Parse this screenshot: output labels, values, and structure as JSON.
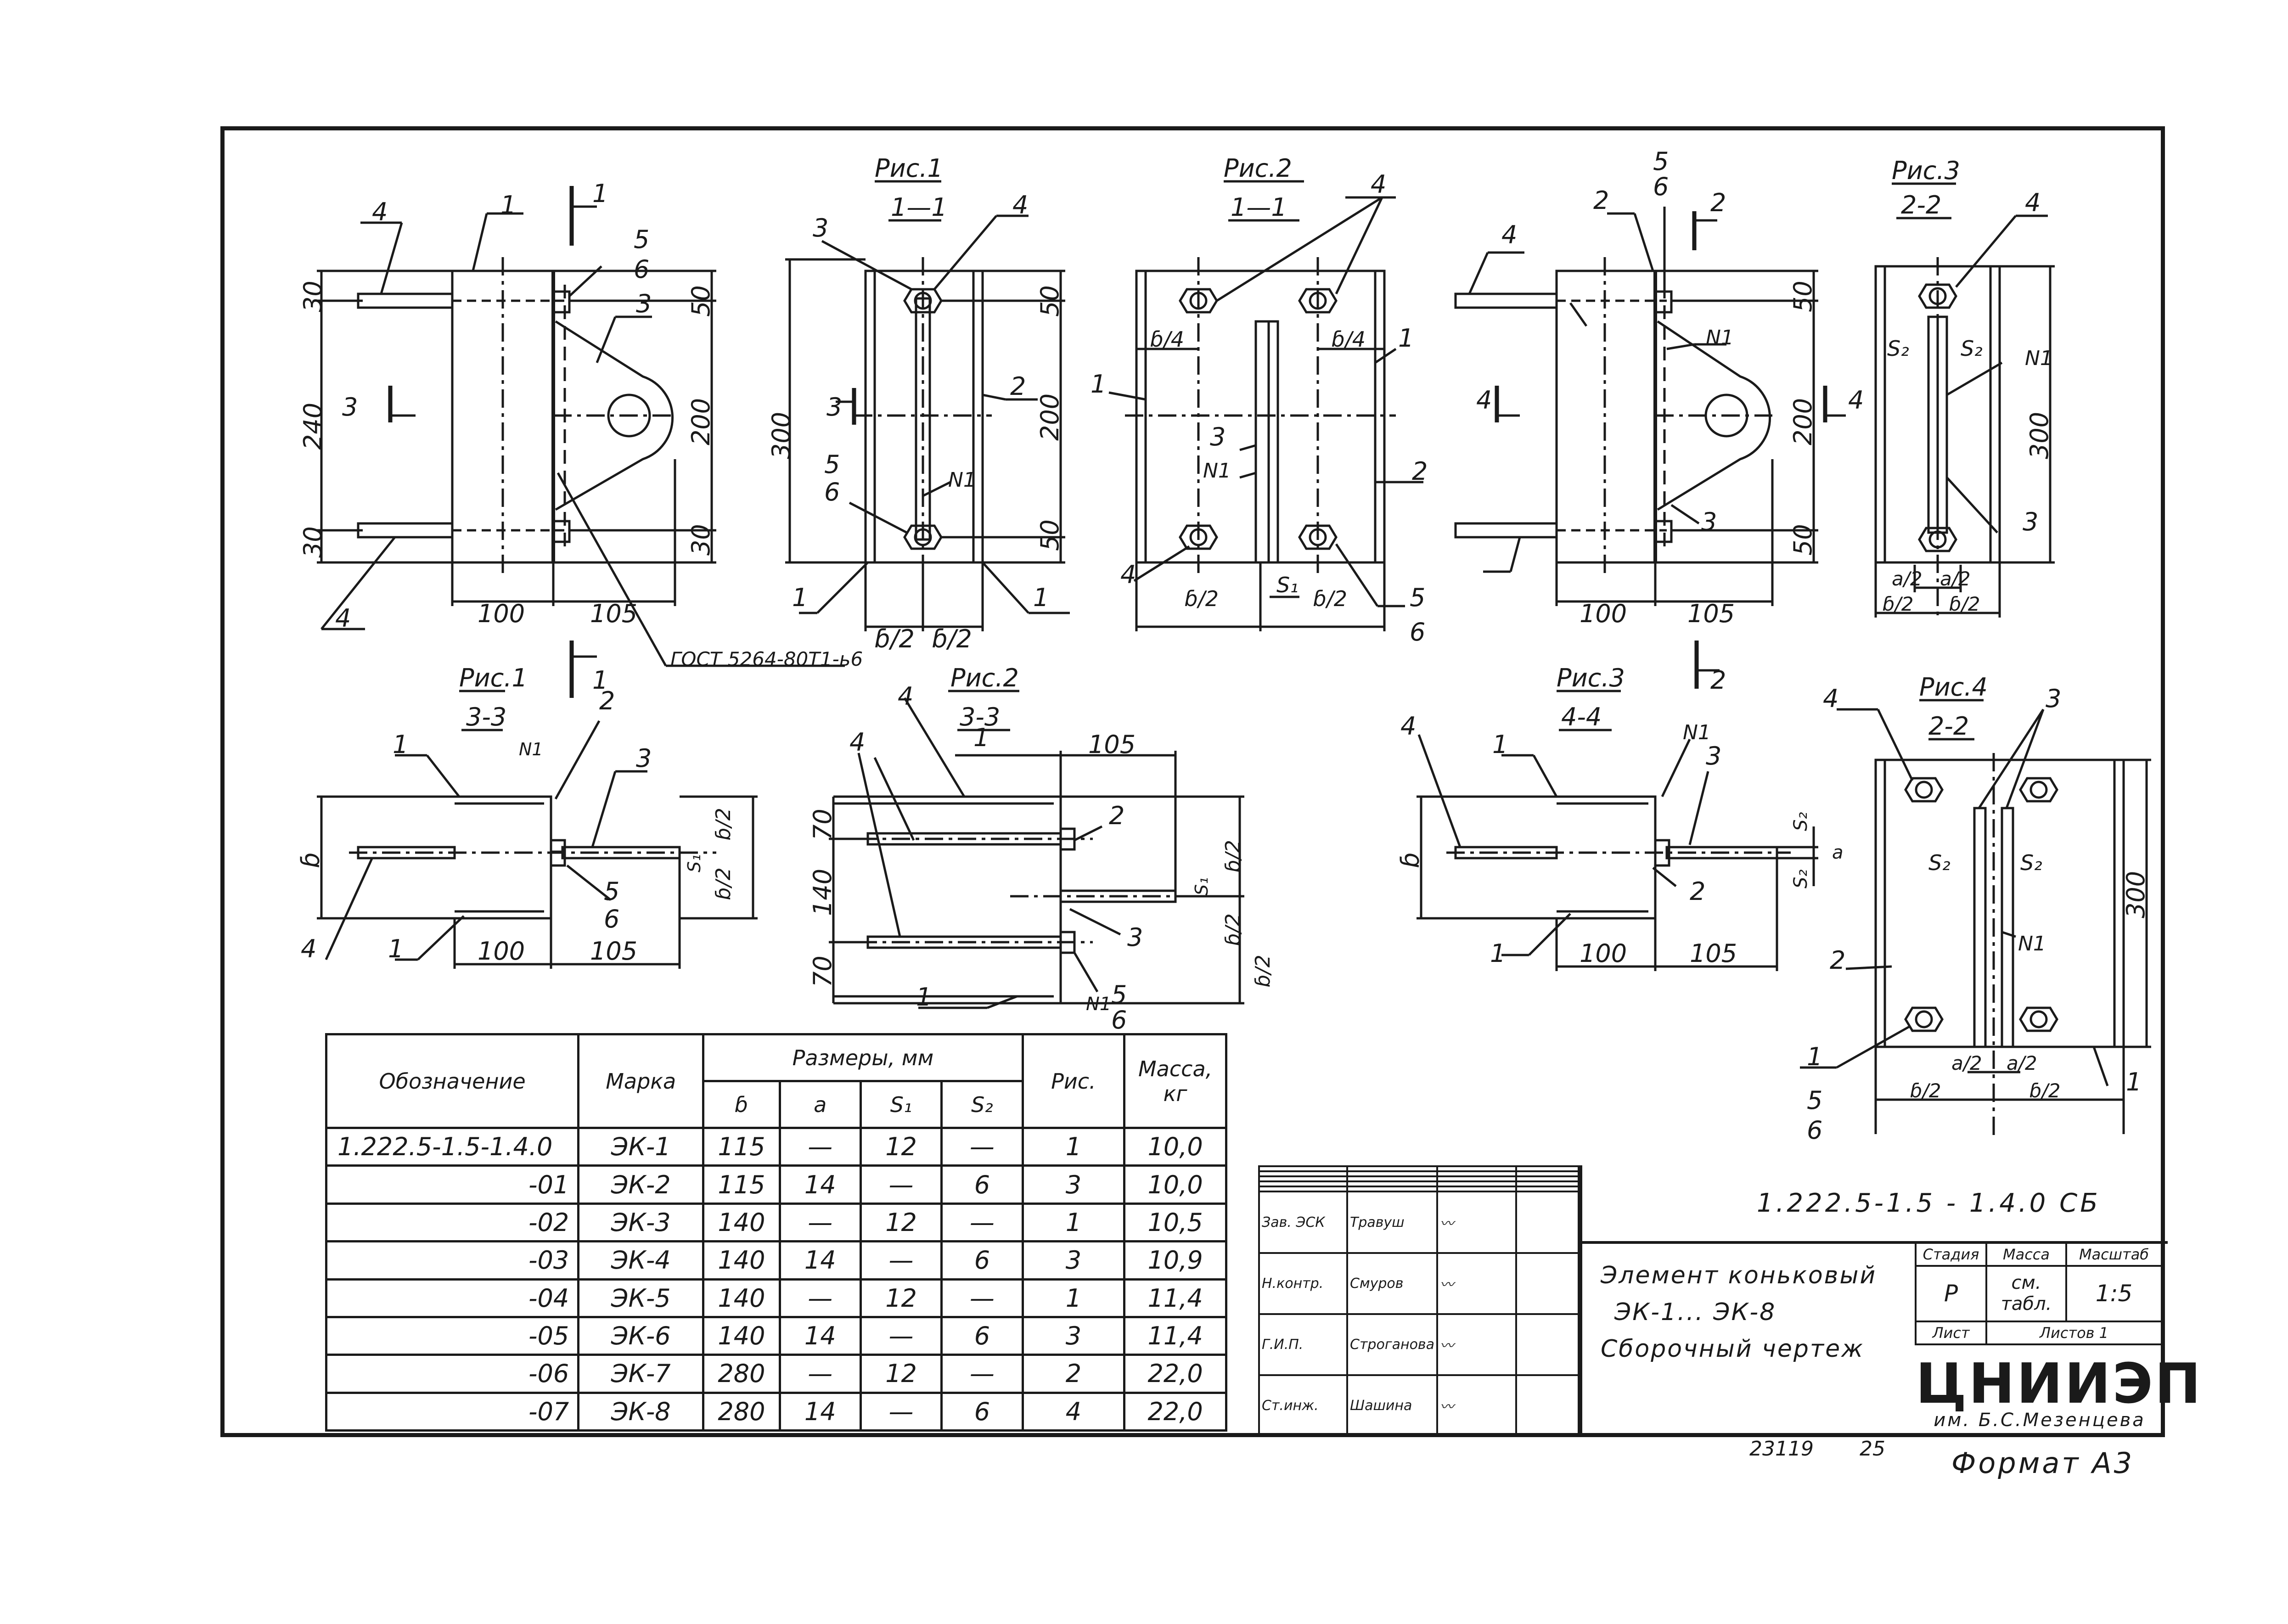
{
  "views": {
    "main_left": {
      "dims": [
        "30",
        "240",
        "30",
        "100",
        "105",
        "50",
        "200",
        "30"
      ],
      "callouts": [
        "4",
        "1",
        "5",
        "6",
        "3",
        "3",
        "4",
        "1",
        "1"
      ],
      "weld": "ГОСТ 5264-80Т1-ь6"
    },
    "ris1_11": {
      "fig": "Рис.1",
      "section": "1—1",
      "dims": [
        "300",
        "50",
        "200",
        "50",
        "ɓ/2",
        "ɓ/2"
      ],
      "callouts": [
        "3",
        "4",
        "2",
        "N1",
        "5",
        "6",
        "1",
        "1",
        "3"
      ]
    },
    "ris2_11": {
      "fig": "Рис.2",
      "section": "1—1",
      "dims": [
        "ɓ/4",
        "ɓ/4",
        "ɓ/2",
        "S₁",
        "ɓ/2"
      ],
      "callouts": [
        "4",
        "1",
        "1",
        "3",
        "N1",
        "2",
        "4",
        "5",
        "6"
      ]
    },
    "main_right": {
      "dims": [
        "50",
        "200",
        "50",
        "100",
        "105"
      ],
      "callouts": [
        "5",
        "6",
        "2",
        "2",
        "4",
        "N1",
        "4",
        "4",
        "3",
        "2"
      ]
    },
    "ris3_22": {
      "fig": "Рис.3",
      "section": "2-2",
      "dims": [
        "300",
        "a/2",
        "a/2",
        "ɓ/2",
        "ɓ/2",
        "S₂",
        "S₂"
      ],
      "callouts": [
        "4",
        "N1",
        "3"
      ]
    },
    "ris1_33": {
      "fig": "Рис.1",
      "section": "3-3",
      "dims": [
        "ɓ",
        "ɓ/2",
        "ɓ/2",
        "S₁",
        "100",
        "105"
      ],
      "callouts": [
        "1",
        "N1",
        "2",
        "3",
        "4",
        "1",
        "5",
        "6"
      ]
    },
    "ris2_33": {
      "fig": "Рис.2",
      "section": "3-3",
      "dims": [
        "70",
        "140",
        "70",
        "105",
        "S₁",
        "ɓ/2",
        "ɓ/2",
        "ɓ/2"
      ],
      "callouts": [
        "4",
        "1",
        "4",
        "2",
        "3",
        "1",
        "N1",
        "5",
        "6"
      ]
    },
    "ris3_44": {
      "fig": "Рис.3",
      "section": "4-4",
      "dims": [
        "ɓ",
        "100",
        "105",
        "S₂",
        "a",
        "S₂"
      ],
      "callouts": [
        "4",
        "1",
        "N1",
        "3",
        "2",
        "1"
      ]
    },
    "ris4_22": {
      "fig": "Рис.4",
      "section": "2-2",
      "dims": [
        "300",
        "a/2",
        "a/2",
        "ɓ/2",
        "ɓ/2",
        "S₂",
        "S₂"
      ],
      "callouts": [
        "4",
        "3",
        "2",
        "N1",
        "1",
        "5",
        "6",
        "1"
      ]
    }
  },
  "spec_table": {
    "headers": {
      "designation": "Обозначение",
      "mark": "Марка",
      "sizes": "Размеры, мм",
      "b": "ɓ",
      "a": "a",
      "s1": "S₁",
      "s2": "S₂",
      "fig": "Рис.",
      "mass": "Масса, кг"
    },
    "rows": [
      {
        "des": "1.222.5-1.5-1.4.0",
        "mark": "ЭК-1",
        "b": "115",
        "a": "—",
        "s1": "12",
        "s2": "—",
        "fig": "1",
        "mass": "10,0"
      },
      {
        "des": "-01",
        "mark": "ЭК-2",
        "b": "115",
        "a": "14",
        "s1": "—",
        "s2": "6",
        "fig": "3",
        "mass": "10,0"
      },
      {
        "des": "-02",
        "mark": "ЭК-3",
        "b": "140",
        "a": "—",
        "s1": "12",
        "s2": "—",
        "fig": "1",
        "mass": "10,5"
      },
      {
        "des": "-03",
        "mark": "ЭК-4",
        "b": "140",
        "a": "14",
        "s1": "—",
        "s2": "6",
        "fig": "3",
        "mass": "10,9"
      },
      {
        "des": "-04",
        "mark": "ЭК-5",
        "b": "140",
        "a": "—",
        "s1": "12",
        "s2": "—",
        "fig": "1",
        "mass": "11,4"
      },
      {
        "des": "-05",
        "mark": "ЭК-6",
        "b": "140",
        "a": "14",
        "s1": "—",
        "s2": "6",
        "fig": "3",
        "mass": "11,4"
      },
      {
        "des": "-06",
        "mark": "ЭК-7",
        "b": "280",
        "a": "—",
        "s1": "12",
        "s2": "—",
        "fig": "2",
        "mass": "22,0"
      },
      {
        "des": "-07",
        "mark": "ЭК-8",
        "b": "280",
        "a": "14",
        "s1": "—",
        "s2": "6",
        "fig": "4",
        "mass": "22,0"
      }
    ]
  },
  "title_block": {
    "doc_code": "1.222.5-1.5 - 1.4.0    СБ",
    "title_1": "Элемент коньковый",
    "title_2": "ЭК-1... ЭК-8",
    "title_3": "Сборочный чертеж",
    "stage_h": "Стадия",
    "mass_h": "Масса",
    "scale_h": "Масштаб",
    "stage": "Р",
    "mass": "см. табл.",
    "scale": "1:5",
    "sheet": "Лист",
    "sheets": "Листов 1",
    "org": "ЦНИИЭП",
    "org_sub": "им. Б.С.Мезенцева",
    "signers": [
      {
        "role": "Зав. ЭСК",
        "name": "Травуш"
      },
      {
        "role": "Н.контр.",
        "name": "Смуров"
      },
      {
        "role": "Г.И.П.",
        "name": "Строганова"
      },
      {
        "role": "Ст.инж.",
        "name": "Шашина"
      }
    ]
  },
  "footer": {
    "inv": "23119",
    "sheet_no": "25",
    "format": "Формат А3"
  }
}
